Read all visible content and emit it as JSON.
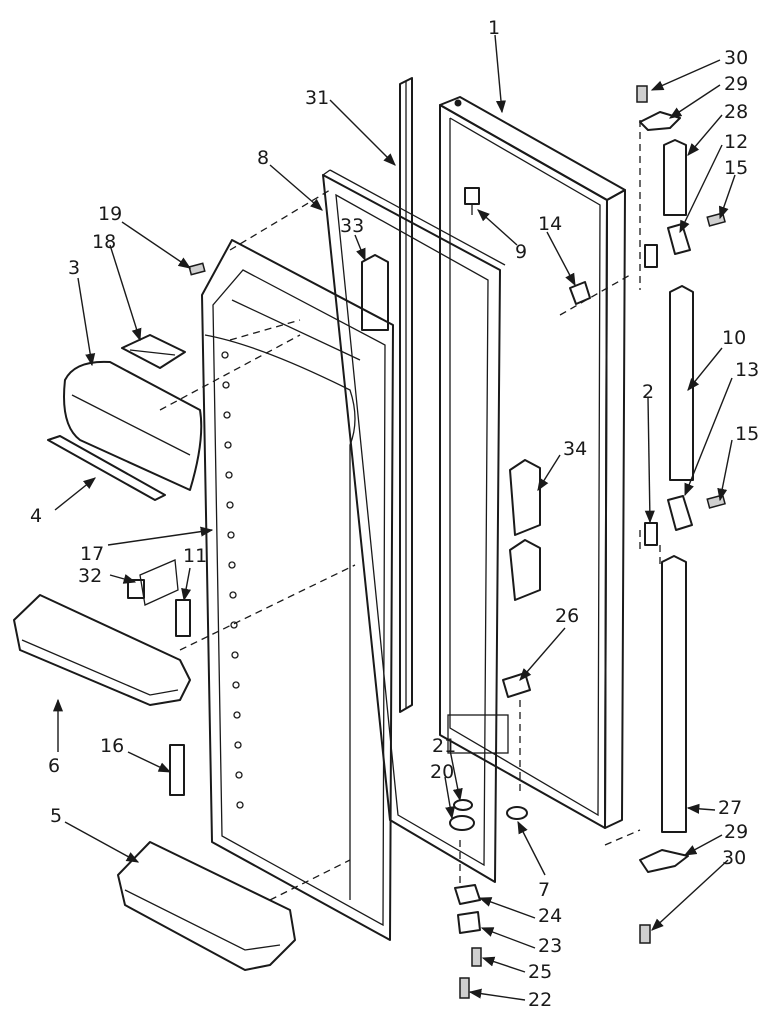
{
  "labels": {
    "p1": "1",
    "p2": "2",
    "p3": "3",
    "p4": "4",
    "p5": "5",
    "p6": "6",
    "p7": "7",
    "p8": "8",
    "p9": "9",
    "p10": "10",
    "p11": "11",
    "p12": "12",
    "p13": "13",
    "p14": "14",
    "p15a": "15",
    "p15b": "15",
    "p16": "16",
    "p17": "17",
    "p18": "18",
    "p19": "19",
    "p20": "20",
    "p21": "21",
    "p22": "22",
    "p23": "23",
    "p24": "24",
    "p25": "25",
    "p26": "26",
    "p27": "27",
    "p28": "28",
    "p29a": "29",
    "p29b": "29",
    "p30a": "30",
    "p30b": "30",
    "p31": "31",
    "p32": "32",
    "p33": "33",
    "p34": "34"
  }
}
